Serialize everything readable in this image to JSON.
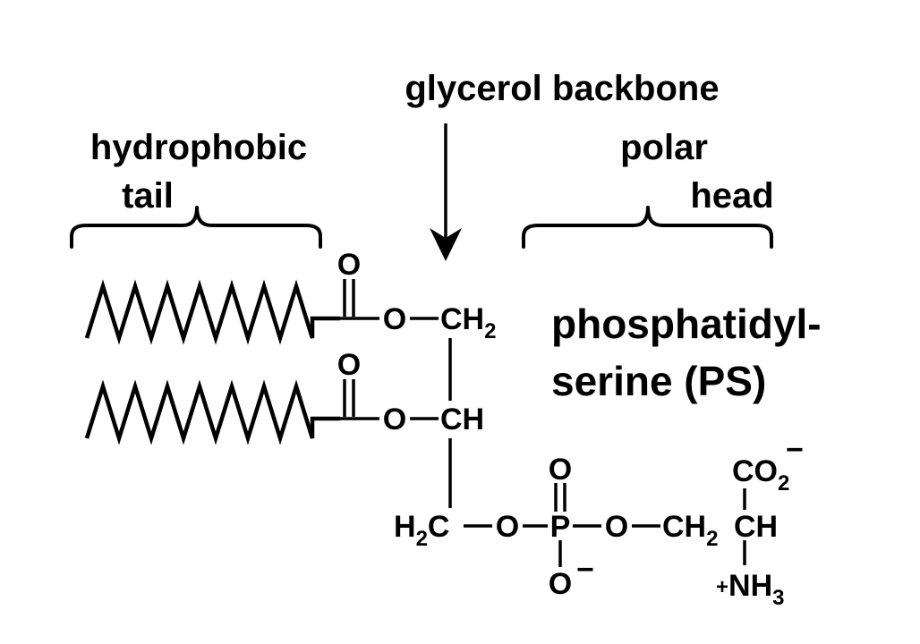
{
  "labels": {
    "glycerol": "glycerol backbone",
    "tail_line1": "hydrophobic",
    "tail_line2": "tail",
    "head_line1": "polar",
    "head_line2": "head",
    "name_line1": "phosphatidyl-",
    "name_line2": "serine (PS)"
  },
  "atoms": {
    "carbonyl_o1": "O",
    "carbonyl_o2": "O",
    "ester_o1": "O",
    "ester_o2": "O",
    "c1": "CH",
    "c1_sub": "2",
    "c2": "CH",
    "c3_h": "H",
    "c3_sub": "2",
    "c3_c": "C",
    "bridge_o1": "O",
    "phosphorus": "P",
    "phosphate_top_o": "O",
    "phosphate_bottom_o": "O",
    "phosphate_charge": "−",
    "bridge_o2": "O",
    "serine_ch2": "CH",
    "serine_ch2_sub": "2",
    "serine_ch": "CH",
    "carboxyl": "CO",
    "carboxyl_sub": "2",
    "carboxyl_charge": "−",
    "amine_plus": "+",
    "amine": "NH",
    "amine_sub": "3"
  }
}
